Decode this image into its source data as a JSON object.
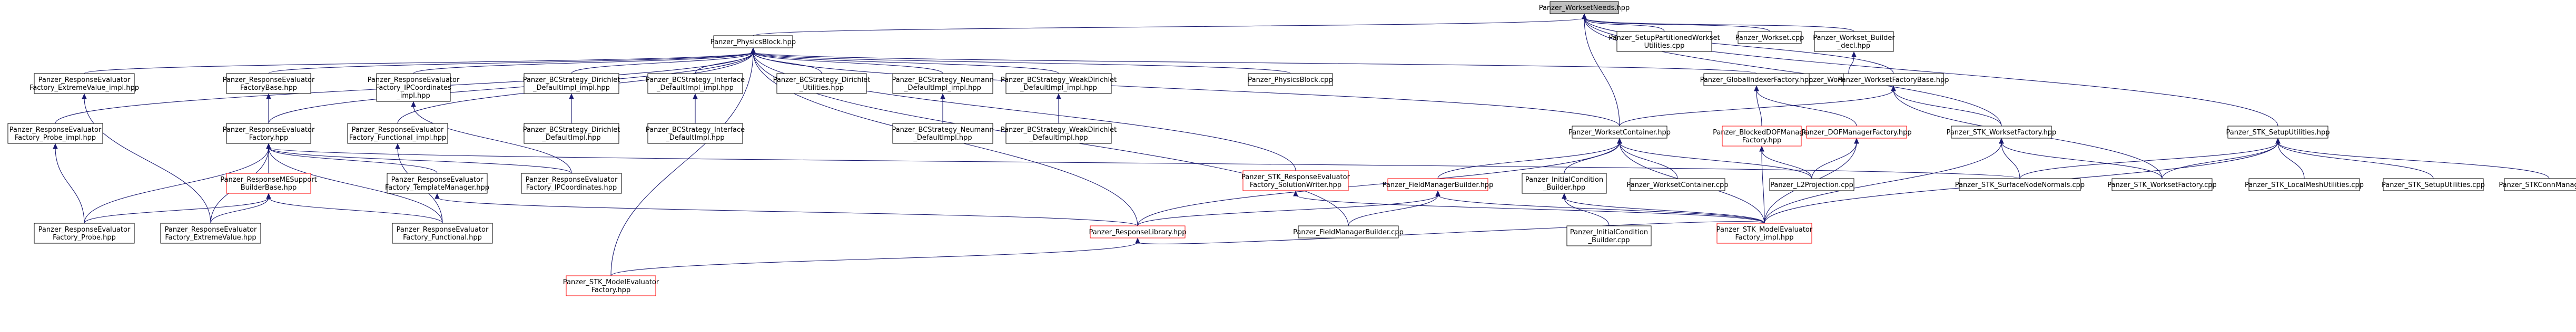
{
  "nodes": [
    {
      "id": "workset_needs",
      "lines": [
        "Panzer_WorksetNeeds.hpp"
      ],
      "variant": "root"
    },
    {
      "id": "physics_block_hpp",
      "lines": [
        "Panzer_PhysicsBlock.hpp"
      ]
    },
    {
      "id": "setup_partitioned",
      "lines": [
        "Panzer_SetupPartitionedWorkset",
        "Utilities.cpp"
      ]
    },
    {
      "id": "workset_cpp",
      "lines": [
        "Panzer_Workset.cpp"
      ]
    },
    {
      "id": "workset_builder_decl",
      "lines": [
        "Panzer_Workset_Builder",
        "_decl.hpp"
      ]
    },
    {
      "id": "workset_builder_cpp",
      "lines": [
        "Panzer_Workset_Builder.cpp"
      ]
    },
    {
      "id": "re_factory_extremevalue_impl",
      "lines": [
        "Panzer_ResponseEvaluator",
        "Factory_ExtremeValue_impl.hpp"
      ]
    },
    {
      "id": "re_factory_base",
      "lines": [
        "Panzer_ResponseEvaluator",
        "FactoryBase.hpp"
      ]
    },
    {
      "id": "re_factory_ipcoord_impl",
      "lines": [
        "Panzer_ResponseEvaluator",
        "Factory_IPCoordinates",
        "_impl.hpp"
      ]
    },
    {
      "id": "bc_dirichlet_impl",
      "lines": [
        "Panzer_BCStrategy_Dirichlet",
        "_DefaultImpl_impl.hpp"
      ]
    },
    {
      "id": "bc_interface_impl",
      "lines": [
        "Panzer_BCStrategy_Interface",
        "_DefaultImpl_impl.hpp"
      ]
    },
    {
      "id": "bc_dirichlet_utils",
      "lines": [
        "Panzer_BCStrategy_Dirichlet",
        "_Utilities.hpp"
      ]
    },
    {
      "id": "bc_neumann_impl",
      "lines": [
        "Panzer_BCStrategy_Neumann",
        "_DefaultImpl_impl.hpp"
      ]
    },
    {
      "id": "bc_weakdirichlet_impl",
      "lines": [
        "Panzer_BCStrategy_WeakDirichlet",
        "_DefaultImpl_impl.hpp"
      ]
    },
    {
      "id": "physics_block_cpp",
      "lines": [
        "Panzer_PhysicsBlock.cpp"
      ]
    },
    {
      "id": "global_indexer_factory",
      "lines": [
        "Panzer_GlobalIndexerFactory.hpp"
      ]
    },
    {
      "id": "workset_factory_base",
      "lines": [
        "Panzer_WorksetFactoryBase.hpp"
      ]
    },
    {
      "id": "stk_setup_utilities_hpp",
      "lines": [
        "Panzer_STK_SetupUtilities.hpp"
      ]
    },
    {
      "id": "re_factory_probe_impl",
      "lines": [
        "Panzer_ResponseEvaluator",
        "Factory_Probe_impl.hpp"
      ]
    },
    {
      "id": "re_factory_hpp",
      "lines": [
        "Panzer_ResponseEvaluator",
        "Factory.hpp"
      ]
    },
    {
      "id": "re_factory_functional_impl",
      "lines": [
        "Panzer_ResponseEvaluator",
        "Factory_Functional_impl.hpp"
      ]
    },
    {
      "id": "bc_dirichlet_default",
      "lines": [
        "Panzer_BCStrategy_Dirichlet",
        "_DefaultImpl.hpp"
      ]
    },
    {
      "id": "bc_interface_default",
      "lines": [
        "Panzer_BCStrategy_Interface",
        "_DefaultImpl.hpp"
      ]
    },
    {
      "id": "bc_neumann_default",
      "lines": [
        "Panzer_BCStrategy_Neumann",
        "_DefaultImpl.hpp"
      ]
    },
    {
      "id": "bc_weakdirichlet_default",
      "lines": [
        "Panzer_BCStrategy_WeakDirichlet",
        "_DefaultImpl.hpp"
      ]
    },
    {
      "id": "workset_container_hpp",
      "lines": [
        "Panzer_WorksetContainer.hpp"
      ]
    },
    {
      "id": "blocked_dof_manager_factory",
      "lines": [
        "Panzer_BlockedDOFManager",
        "Factory.hpp"
      ],
      "variant": "red"
    },
    {
      "id": "dof_manager_factory",
      "lines": [
        "Panzer_DOFManagerFactory.hpp"
      ],
      "variant": "red"
    },
    {
      "id": "stk_workset_factory_hpp",
      "lines": [
        "Panzer_STK_WorksetFactory.hpp"
      ]
    },
    {
      "id": "re_factory_ipcoord",
      "lines": [
        "Panzer_ResponseEvaluator",
        "Factory_IPCoordinates.hpp"
      ]
    },
    {
      "id": "stk_re_factory_solutionwriter",
      "lines": [
        "Panzer_STK_ResponseEvaluator",
        "Factory_SolutionWriter.hpp"
      ],
      "variant": "red"
    },
    {
      "id": "field_manager_builder_hpp",
      "lines": [
        "Panzer_FieldManagerBuilder.hpp"
      ],
      "variant": "red"
    },
    {
      "id": "initial_condition_builder_hpp",
      "lines": [
        "Panzer_InitialCondition",
        "_Builder.hpp"
      ]
    },
    {
      "id": "workset_container_cpp",
      "lines": [
        "Panzer_WorksetContainer.cpp"
      ]
    },
    {
      "id": "l2projection",
      "lines": [
        "Panzer_L2Projection.cpp"
      ]
    },
    {
      "id": "stk_surface_node_normals",
      "lines": [
        "Panzer_STK_SurfaceNodeNormals.cpp"
      ]
    },
    {
      "id": "stk_workset_factory_cpp",
      "lines": [
        "Panzer_STK_WorksetFactory.cpp"
      ]
    },
    {
      "id": "stk_local_mesh_utilities",
      "lines": [
        "Panzer_STK_LocalMeshUtilities.cpp"
      ]
    },
    {
      "id": "stk_setup_utilities_cpp",
      "lines": [
        "Panzer_STK_SetupUtilities.cpp"
      ]
    },
    {
      "id": "stk_conn_manager",
      "lines": [
        "Panzer_STKConnManager.cpp"
      ]
    },
    {
      "id": "responsemesupport_builderbase",
      "lines": [
        "Panzer_ResponseMESupport",
        "BuilderBase.hpp"
      ],
      "variant": "red"
    },
    {
      "id": "re_factory_templatemanager",
      "lines": [
        "Panzer_ResponseEvaluator",
        "Factory_TemplateManager.hpp"
      ]
    },
    {
      "id": "re_factory_probe",
      "lines": [
        "Panzer_ResponseEvaluator",
        "Factory_Probe.hpp"
      ]
    },
    {
      "id": "re_factory_extremevalue",
      "lines": [
        "Panzer_ResponseEvaluator",
        "Factory_ExtremeValue.hpp"
      ]
    },
    {
      "id": "re_factory_functional",
      "lines": [
        "Panzer_ResponseEvaluator",
        "Factory_Functional.hpp"
      ]
    },
    {
      "id": "response_library",
      "lines": [
        "Panzer_ResponseLibrary.hpp"
      ],
      "variant": "red"
    },
    {
      "id": "field_manager_builder_cpp",
      "lines": [
        "Panzer_FieldManagerBuilder.cpp"
      ]
    },
    {
      "id": "initial_condition_builder_cpp",
      "lines": [
        "Panzer_InitialCondition",
        "_Builder.cpp"
      ]
    },
    {
      "id": "stk_model_evaluator_factory_impl",
      "lines": [
        "Panzer_STK_ModelEvaluator",
        "Factory_impl.hpp"
      ],
      "variant": "red"
    },
    {
      "id": "stk_model_evaluator_factory",
      "lines": [
        "Panzer_STK_ModelEvaluator",
        "Factory.hpp"
      ],
      "variant": "red"
    }
  ]
}
